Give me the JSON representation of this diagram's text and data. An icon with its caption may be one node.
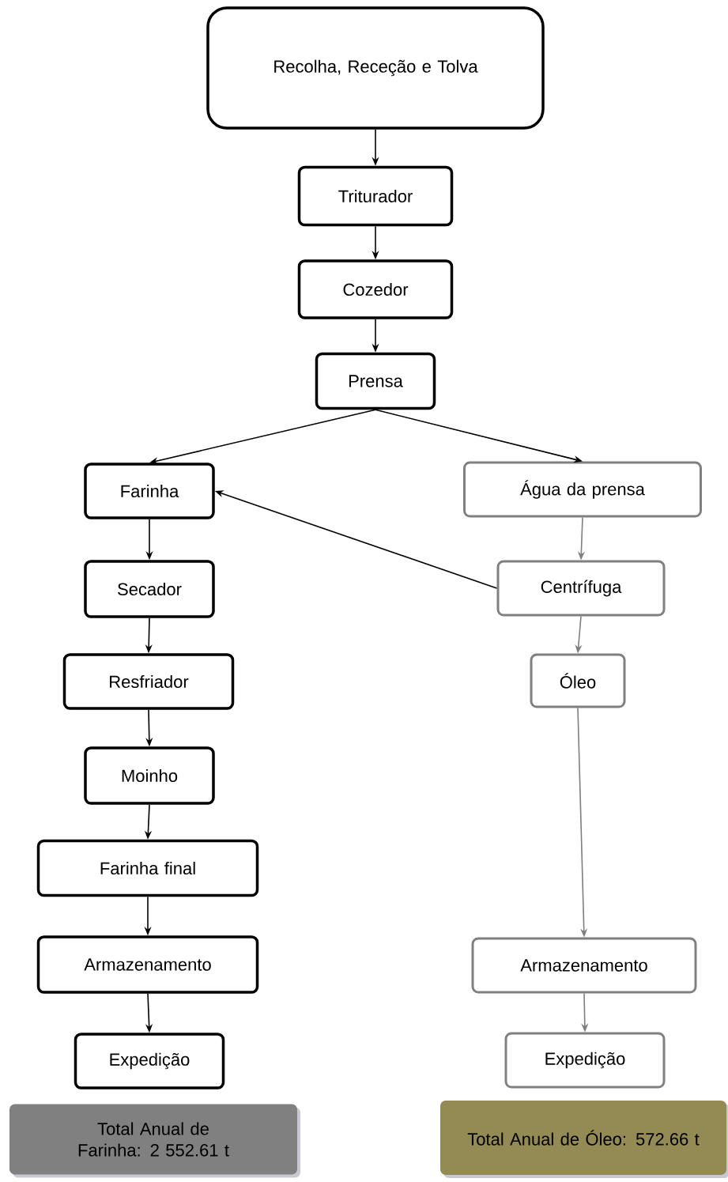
{
  "diagram": {
    "nodes": [
      {
        "text": [
          "Recolha, Receção e Tolva"
        ]
      },
      {
        "text": [
          "Triturador"
        ]
      },
      {
        "text": [
          "Cozedor"
        ]
      },
      {
        "text": [
          "Prensa"
        ]
      },
      {
        "text": [
          "Farinha"
        ]
      },
      {
        "text": [
          "Água da prensa"
        ]
      },
      {
        "text": [
          "Secador"
        ]
      },
      {
        "text": [
          "Centrífuga"
        ]
      },
      {
        "text": [
          "Resfriador"
        ]
      },
      {
        "text": [
          "Óleo"
        ]
      },
      {
        "text": [
          "Moinho"
        ]
      },
      {
        "text": [
          "Farinha final"
        ]
      },
      {
        "text": [
          "Armazenamento"
        ]
      },
      {
        "text": [
          "Armazenamento"
        ]
      },
      {
        "text": [
          "Expedição"
        ]
      },
      {
        "text": [
          "Expedição"
        ]
      },
      {
        "text": [
          "Total Anual de Farinha: 2 552.61 t"
        ]
      },
      {
        "text": [
          "Total Anual de Óleo: 572.66 t"
        ]
      }
    ],
    "edges": [
      {
        "from": 0,
        "to": 1,
        "arrow": "to"
      },
      {
        "from": 1,
        "to": 2,
        "arrow": "to"
      },
      {
        "from": 2,
        "to": 3,
        "arrow": "to"
      },
      {
        "from": 3,
        "to": 4,
        "arrow": "to"
      },
      {
        "from": 3,
        "to": 5,
        "arrow": "to"
      },
      {
        "from": 5,
        "to": 7,
        "arrow": "to",
        "color": "#7f7f7f"
      },
      {
        "from": 7,
        "to": 4,
        "arrow": "to"
      },
      {
        "from": 4,
        "to": 6,
        "arrow": "to"
      },
      {
        "from": 6,
        "to": 8,
        "arrow": "to"
      },
      {
        "from": 8,
        "to": 10,
        "arrow": "to"
      },
      {
        "from": 10,
        "to": 11,
        "arrow": "to"
      },
      {
        "from": 11,
        "to": 12,
        "arrow": "to"
      },
      {
        "from": 12,
        "to": 14,
        "arrow": "to"
      },
      {
        "from": 7,
        "to": 9,
        "arrow": "to",
        "color": "#7f7f7f"
      },
      {
        "from": 9,
        "to": 13,
        "arrow": "to",
        "color": "#7f7f7f"
      },
      {
        "from": 13,
        "to": 15,
        "arrow": "to",
        "color": "#7f7f7f"
      }
    ]
  }
}
